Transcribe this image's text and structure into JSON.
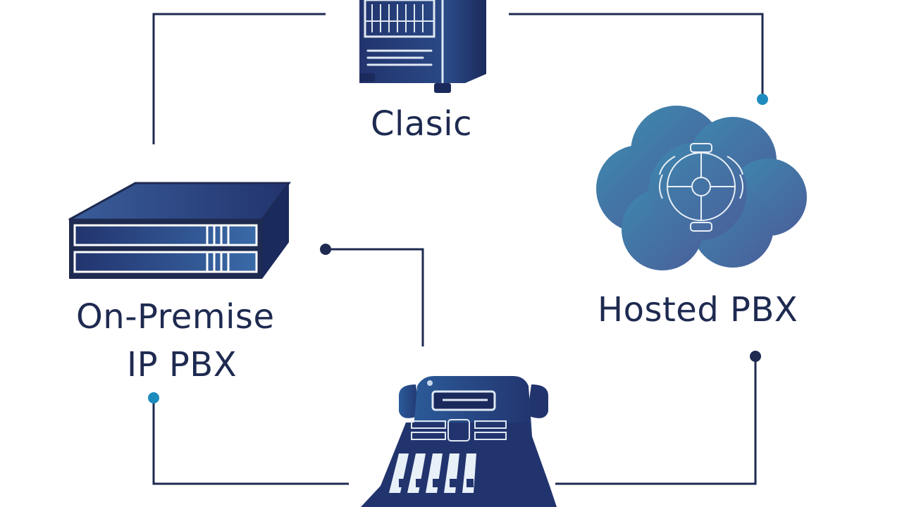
{
  "diagram": {
    "nodes": {
      "classic": {
        "label": "Clasic",
        "icon": "server-tower-icon"
      },
      "on_premise": {
        "label_line1": "On-Premise",
        "label_line2": "IP PBX",
        "icon": "rack-server-icon"
      },
      "hosted": {
        "label": "Hosted PBX",
        "icon": "cloud-icon"
      },
      "phone": {
        "icon": "desk-phone-icon"
      }
    },
    "colors": {
      "line": "#1e2a50",
      "label": "#1e2a50",
      "device_dark": "#22346e",
      "device_light": "#3a6aa8",
      "cloud_start": "#3e87ae",
      "cloud_end": "#4a5f9a",
      "teal_dot": "#1d8bbd"
    }
  }
}
